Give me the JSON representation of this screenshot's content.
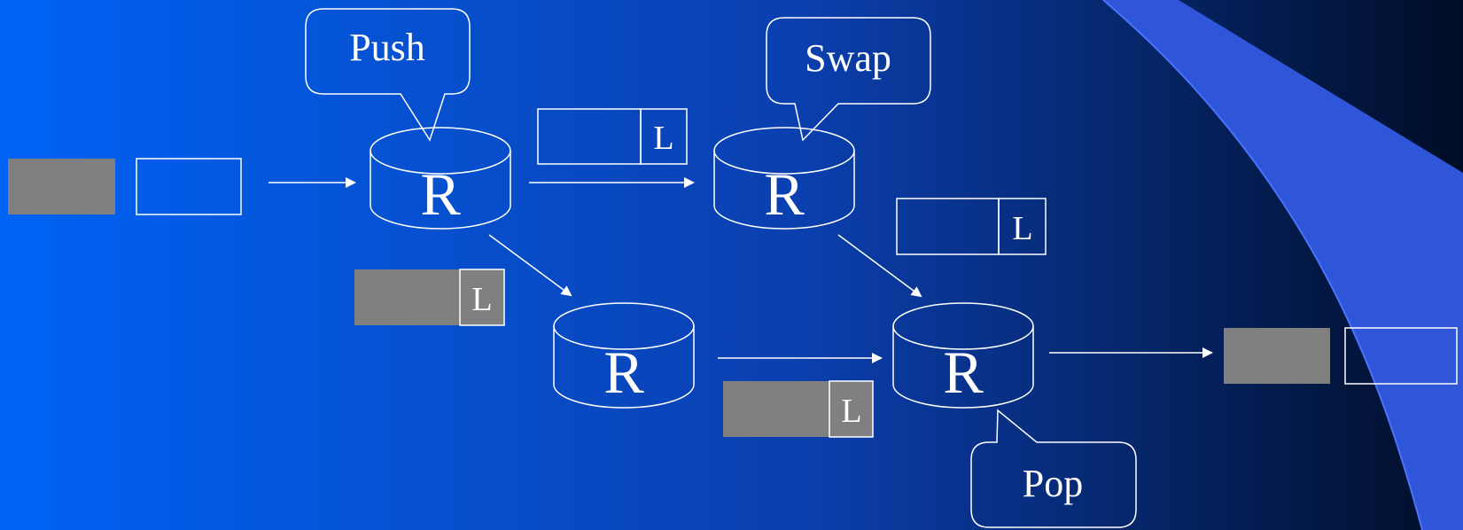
{
  "colors": {
    "background_left": "#0063f5",
    "background_mid": "#0b3fae",
    "background_right": "#000d26",
    "swoosh": "#2f55d8",
    "stroke": "#ffffff",
    "payload_gray": "#808080"
  },
  "routers": [
    {
      "id": "r1",
      "letter": "R"
    },
    {
      "id": "r2",
      "letter": "R"
    },
    {
      "id": "r3",
      "letter": "R"
    },
    {
      "id": "r4",
      "letter": "R"
    }
  ],
  "callouts": {
    "push": "Push",
    "swap": "Swap",
    "pop": "Pop"
  },
  "labels": {
    "label_r1_r2": "L",
    "label_r1_r3": "L",
    "label_r2_r4": "L",
    "label_r3_r4": "L"
  },
  "icons": {
    "router": "router-cylinder-icon",
    "arrow": "arrow-right-icon"
  }
}
